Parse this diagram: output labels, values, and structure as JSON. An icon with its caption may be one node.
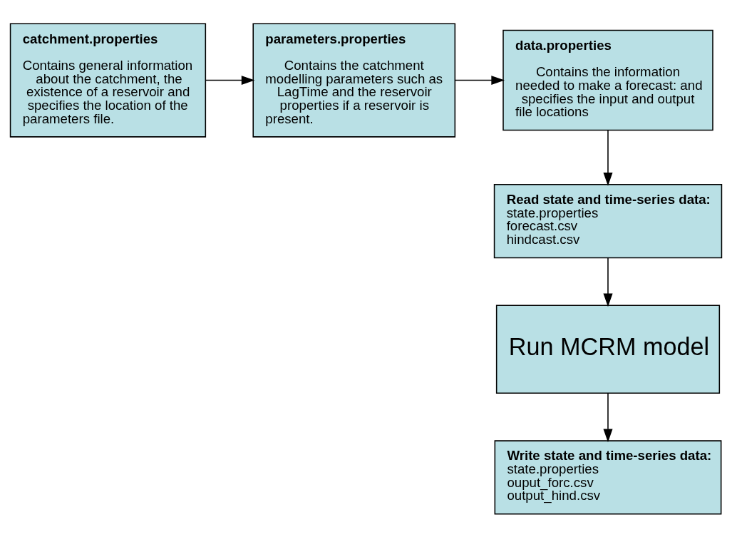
{
  "diagram": {
    "nodes": [
      {
        "text": [
          "catchment.properties",
          "Contains general information about the catchment, the existence of a reservoir and specifies the location of the parameters file."
        ]
      },
      {
        "text": [
          "parameters.properties",
          "Contains the catchment modelling parameters such as LagTime and the reservoir properties if a reservoir is present."
        ]
      },
      {
        "text": [
          "data.properties",
          "Contains the information needed to make a forecast: and specifies the input and output file locations"
        ]
      },
      {
        "text": [
          "Read state and time-series data:",
          "state.properties",
          "forecast.csv",
          "hindcast.csv"
        ]
      },
      {
        "text": [
          "Run MCRM model"
        ]
      },
      {
        "text": [
          "Write state and time-series data:",
          "state.properties",
          "ouput_forc.csv",
          "output_hind.csv"
        ]
      }
    ],
    "edges": [
      {
        "from": 0,
        "to": 1,
        "arrow": "to"
      },
      {
        "from": 1,
        "to": 2,
        "arrow": "to"
      },
      {
        "from": 2,
        "to": 3,
        "arrow": "to"
      },
      {
        "from": 3,
        "to": 4,
        "arrow": "to"
      },
      {
        "from": 4,
        "to": 5,
        "arrow": "to"
      }
    ]
  }
}
